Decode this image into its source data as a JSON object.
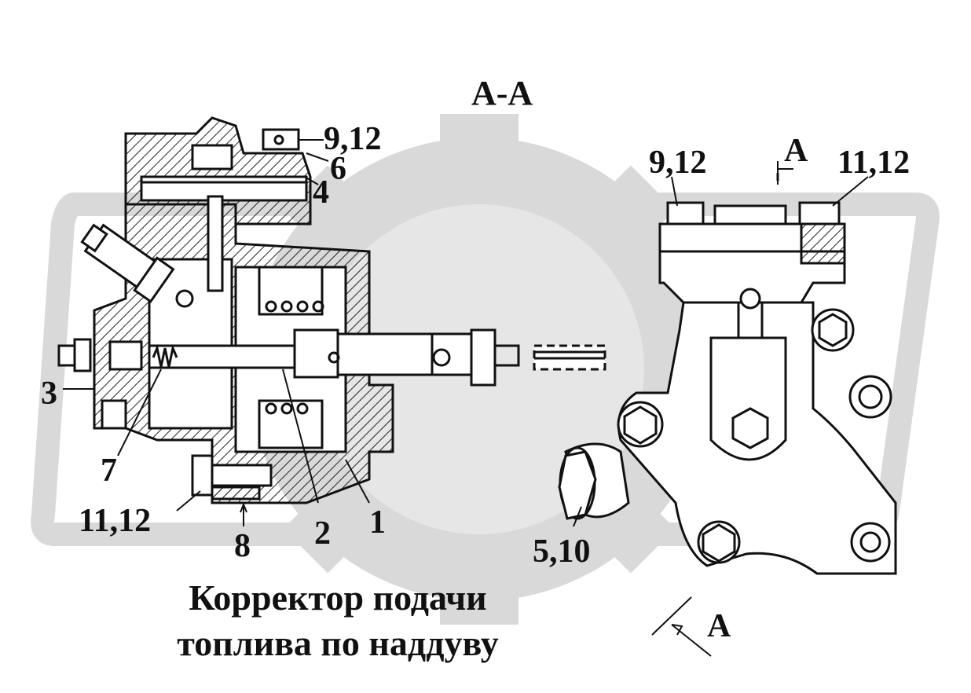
{
  "section_title": "А-А",
  "view_marker": "А",
  "caption": {
    "line1": "Корректор подачи",
    "line2": "топлива по наддуву"
  },
  "callouts": {
    "c1": "1",
    "c2": "2",
    "c3": "3",
    "c4": "4",
    "c6": "6",
    "c7": "7",
    "c8": "8",
    "c9_12_left": "9,12",
    "c11_12_left": "11,12",
    "c9_12_right": "9,12",
    "c11_12_right": "11,12",
    "c5_10": "5,10",
    "view_a_top": "А",
    "view_a_bottom": "А"
  },
  "colors": {
    "line": "#111111",
    "watermark": "#d9d9d9",
    "hatch": "#222222"
  }
}
